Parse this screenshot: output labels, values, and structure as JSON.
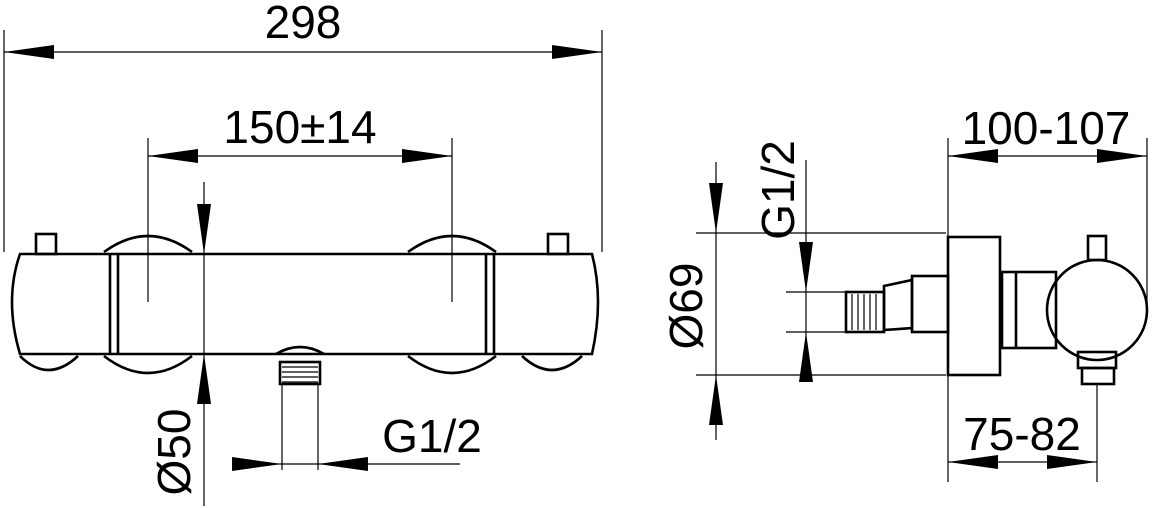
{
  "dimensions": {
    "overall_width": "298",
    "inlet_spacing": "150±14",
    "body_diameter": "Ø50",
    "outlet_thread": "G1/2",
    "handle_diameter": "Ø69",
    "inlet_thread": "G1/2",
    "projection_total": "100-107",
    "projection_body": "75-82"
  },
  "colors": {
    "line": "#000000",
    "background": "#ffffff"
  }
}
